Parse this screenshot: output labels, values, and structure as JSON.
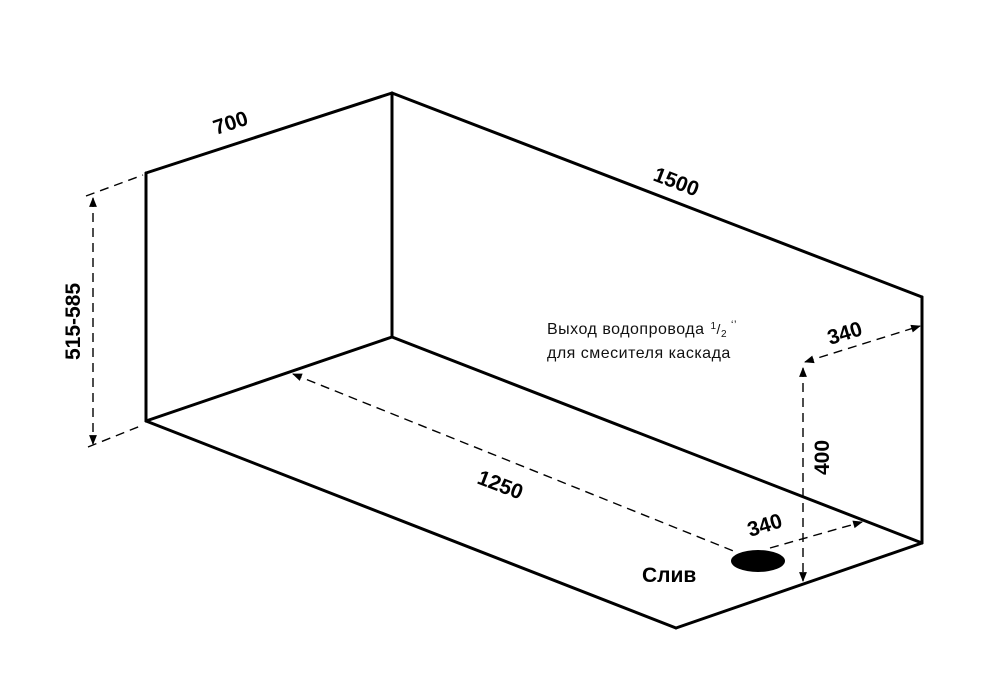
{
  "dimensions": {
    "width_700": "700",
    "length_1500": "1500",
    "height_range": "515-585",
    "inner_length_1250": "1250",
    "outlet_offset_340": "340",
    "drain_offset_340": "340",
    "outlet_height_400": "400"
  },
  "labels": {
    "outlet_line1": "Выход водопровода",
    "outlet_fraction_num": "1",
    "outlet_fraction_den": "2",
    "outlet_inch_mark": "‘’",
    "outlet_line2": "для смесителя каскада",
    "drain": "Слив"
  }
}
